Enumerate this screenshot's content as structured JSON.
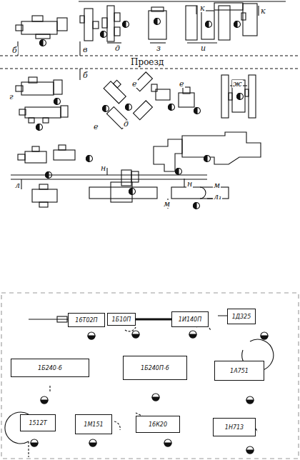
{
  "diagram": {
    "nodes": [
      {
        "text": [
          "16Т02П"
        ]
      },
      {
        "text": [
          "1Б10П"
        ]
      },
      {
        "text": [
          "1И140П"
        ]
      },
      {
        "text": [
          "1Д325"
        ]
      },
      {
        "text": [
          "1Б240-6"
        ]
      },
      {
        "text": [
          "1Б240П-6"
        ]
      },
      {
        "text": [
          "1А751"
        ]
      },
      {
        "text": [
          "1512Т"
        ]
      },
      {
        "text": [
          "1М151"
        ]
      },
      {
        "text": [
          "16К20"
        ]
      },
      {
        "text": [
          "1Н713"
        ]
      }
    ],
    "labels": [
      "б",
      "в",
      "д",
      "з",
      "и",
      "к",
      "к",
      "Проезд",
      "б",
      "г",
      "е",
      "д",
      "е",
      "е",
      "ж",
      "н",
      "н",
      "л",
      "л₁",
      "м",
      "м"
    ]
  }
}
